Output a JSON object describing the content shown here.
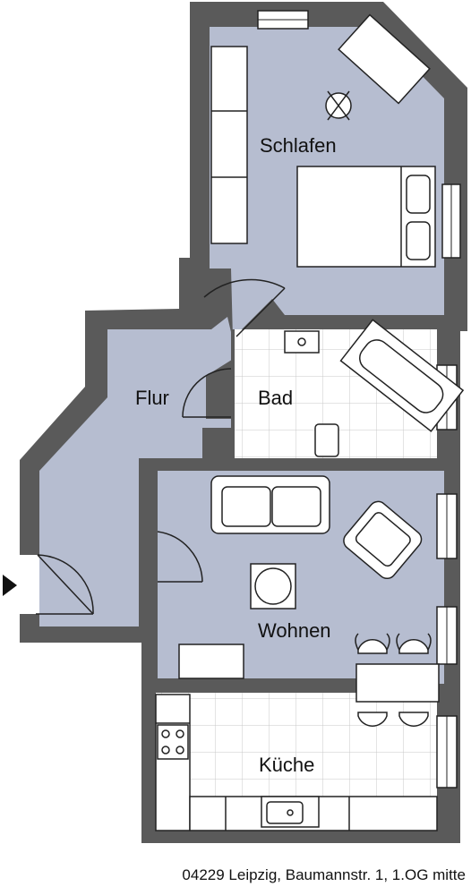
{
  "rooms": {
    "schlafen": "Schlafen",
    "flur": "Flur",
    "bad": "Bad",
    "wohnen": "Wohnen",
    "kueche": "Küche"
  },
  "address": "04229 Leipzig, Baumannstr. 1, 1.OG mitte",
  "colors": {
    "wall": "#5a5a5a",
    "floor": "#b6bdd0",
    "tile": "#ffffff",
    "outline": "#222222"
  }
}
